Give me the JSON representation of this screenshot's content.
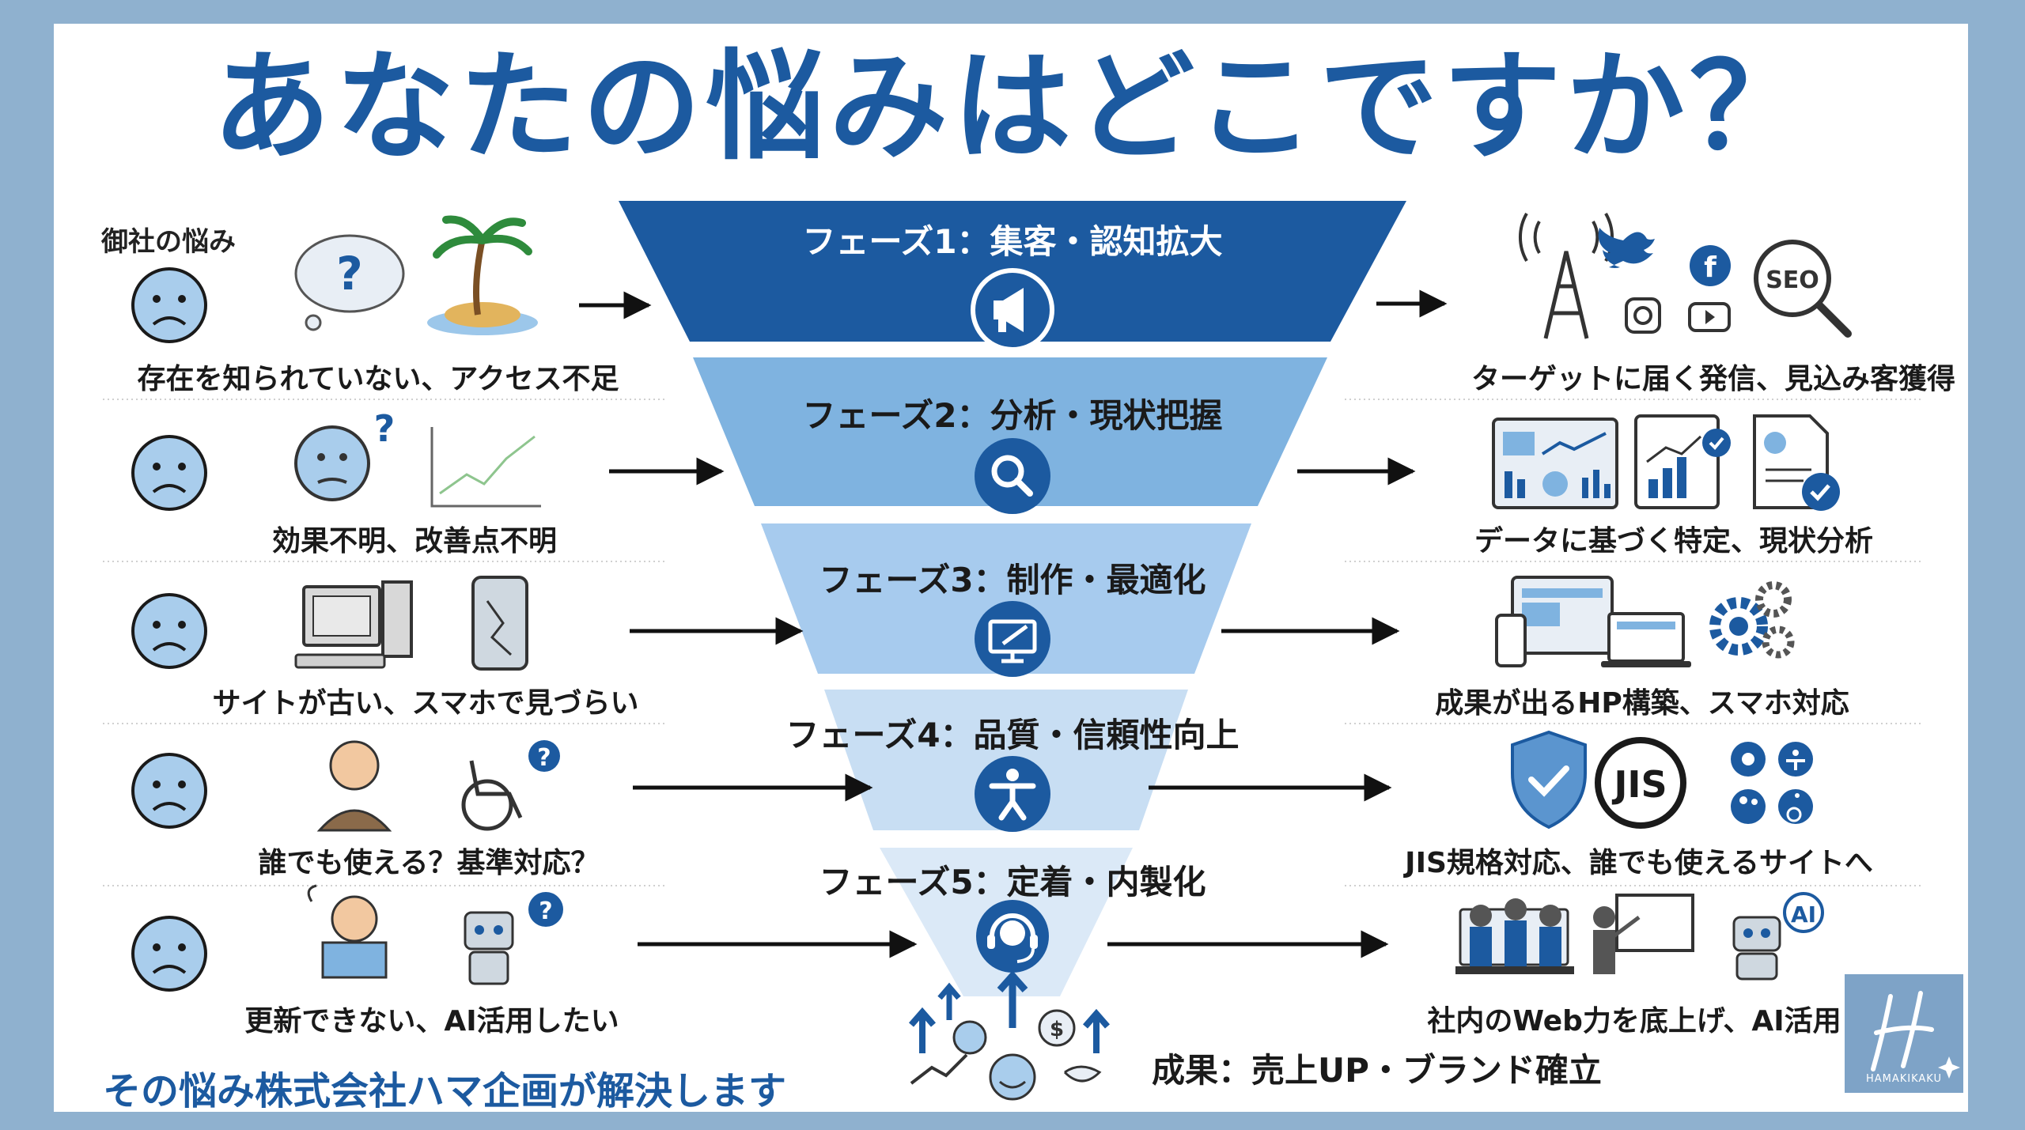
{
  "title": "あなたの悩みはどこですか？",
  "left_header": "御社の悩み",
  "problems": [
    "存在を知られていない、アクセス不足",
    "効果不明、改善点不明",
    "サイトが古い、スマホで見づらい",
    "誰でも使える？基準対応？",
    "更新できない、AI活用したい"
  ],
  "phases": [
    "フェーズ1：集客・認知拡大",
    "フェーズ2：分析・現状把握",
    "フェーズ3：制作・最適化",
    "フェーズ4：品質・信頼性向上",
    "フェーズ5：定着・内製化"
  ],
  "solutions": [
    "ターゲットに届く発信、見込み客獲得",
    "データに基づく特定、現状分析",
    "成果が出るHP構築、スマホ対応",
    "JIS規格対応、誰でも使えるサイトへ",
    "社内のWeb力を底上げ、AI活用"
  ],
  "badges": {
    "seo": "SEO",
    "jis": "JIS",
    "ai": "AI"
  },
  "result": "成果：売上UP・ブランド確立",
  "bottom_message": "その悩み株式会社ハマ企画が解決します",
  "logo_text": "HAMAKIKAKU",
  "colors": {
    "primary": "#1c5aa0",
    "funnel": [
      "#1c5aa0",
      "#7fb3e0",
      "#a7cbee",
      "#c8def3",
      "#dbe9f7"
    ],
    "face": "#a9cdec",
    "background": "#8fb1cf"
  },
  "icons": {
    "phases": [
      "megaphone-icon",
      "magnifier-icon",
      "design-monitor-icon",
      "accessibility-person-icon",
      "headset-support-icon"
    ],
    "problem_row_icons": [
      [
        "thought-question-icon",
        "deserted-island-icon"
      ],
      [
        "confused-person-icon",
        "line-graph-icon"
      ],
      [
        "old-computer-icon",
        "cracked-smartphone-icon"
      ],
      [
        "elderly-person-icon",
        "wheelchair-icon"
      ],
      [
        "reading-person-icon",
        "robot-icon"
      ]
    ],
    "solution_row_icons": [
      [
        "broadcast-tower-icon",
        "social-media-icons",
        "seo-magnifier-icon"
      ],
      [
        "dashboard-icon",
        "report-chart-icon",
        "document-check-icon"
      ],
      [
        "responsive-devices-icon",
        "gears-icon"
      ],
      [
        "shield-check-icon",
        "jis-mark-icon",
        "accessibility-grid-icon"
      ],
      [
        "team-meeting-icon",
        "presentation-icon",
        "ai-robot-icon"
      ]
    ]
  }
}
